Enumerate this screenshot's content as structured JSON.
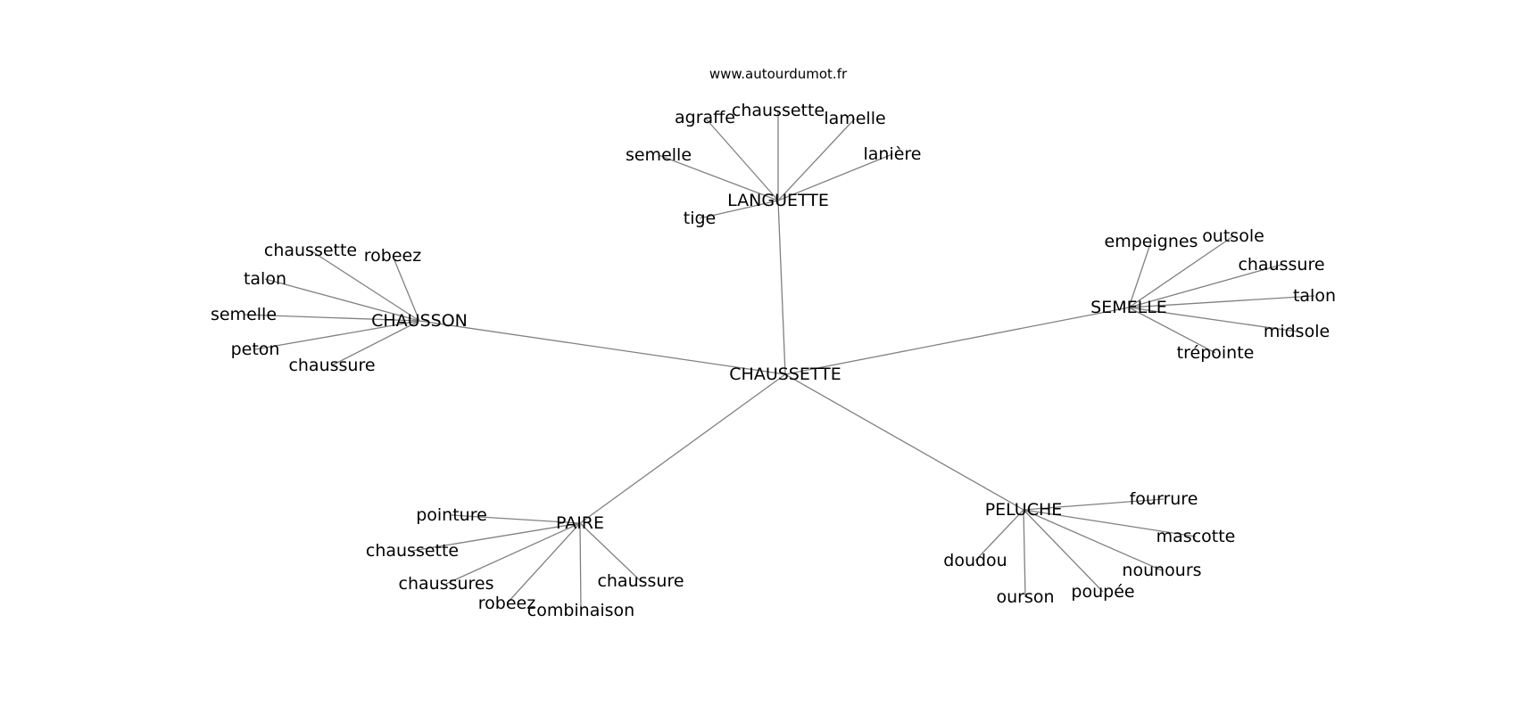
{
  "source": "www.autourdumot.fr",
  "center": "CHAUSSETTE",
  "clusters": [
    {
      "label": "LANGUETTE",
      "words": [
        "agraffe",
        "chaussette",
        "lamelle",
        "lanière",
        "semelle",
        "tige"
      ]
    },
    {
      "label": "CHAUSSON",
      "words": [
        "chaussette",
        "robeez",
        "talon",
        "semelle",
        "peton",
        "chaussure"
      ]
    },
    {
      "label": "SEMELLE",
      "words": [
        "empeignes",
        "outsole",
        "chaussure",
        "talon",
        "midsole",
        "trépointe"
      ]
    },
    {
      "label": "PAIRE",
      "words": [
        "pointure",
        "chaussette",
        "chaussures",
        "robeez",
        "combinaison",
        "chaussure"
      ]
    },
    {
      "label": "PELUCHE",
      "words": [
        "fourrure",
        "mascotte",
        "nounours",
        "poupée",
        "ourson",
        "doudou"
      ]
    }
  ]
}
